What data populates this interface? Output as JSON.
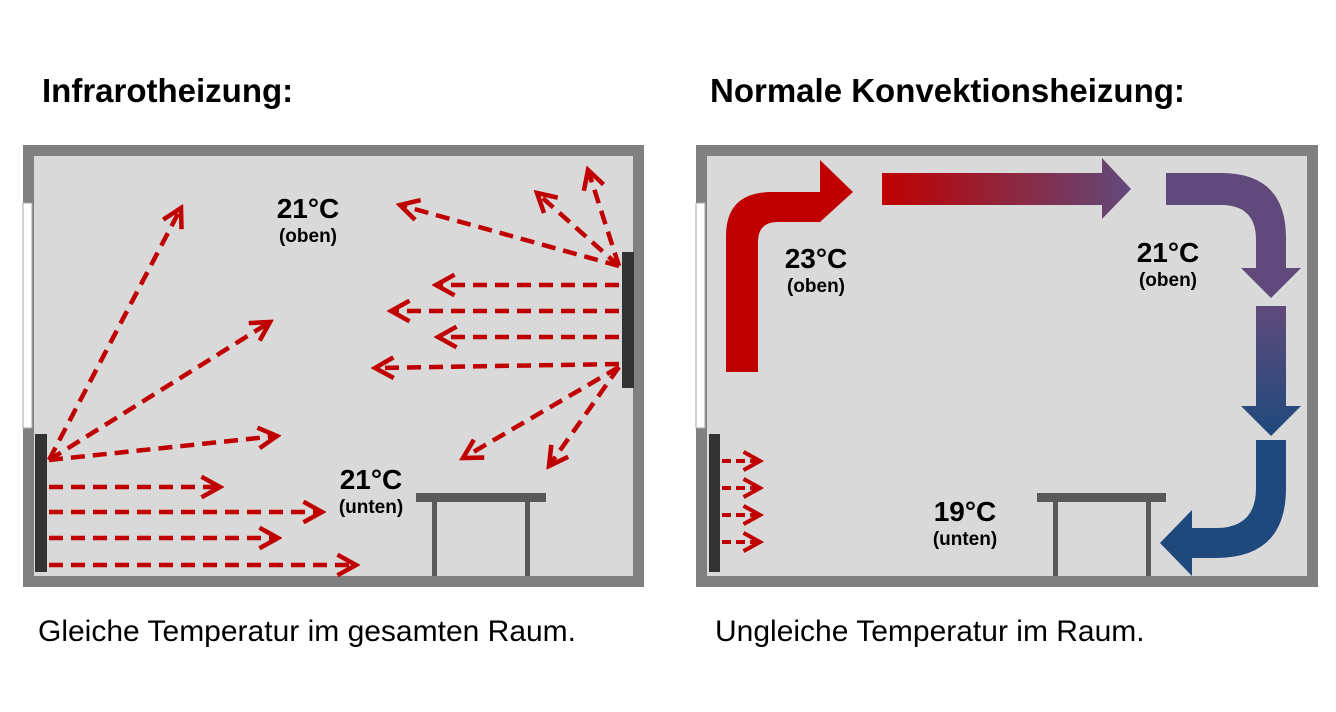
{
  "left": {
    "title": "Infrarotheizung:",
    "caption": "Gleiche Temperatur im gesamten Raum.",
    "temp_top": {
      "value": "21°C",
      "label": "(oben)"
    },
    "temp_bottom": {
      "value": "21°C",
      "label": "(unten)"
    }
  },
  "right": {
    "title": "Normale Konvektionsheizung:",
    "caption": "Ungleiche Temperatur im Raum.",
    "temp_hot": {
      "value": "23°C",
      "label": "(oben)"
    },
    "temp_mid": {
      "value": "21°C",
      "label": "(oben)"
    },
    "temp_bottom": {
      "value": "19°C",
      "label": "(unten)"
    }
  },
  "colors": {
    "wall": "#808080",
    "room": "#d9d9d9",
    "heat_red": "#c00000",
    "cool_blue": "#1f497d",
    "mid_purple": "#604a7b",
    "heater": "#333333"
  }
}
